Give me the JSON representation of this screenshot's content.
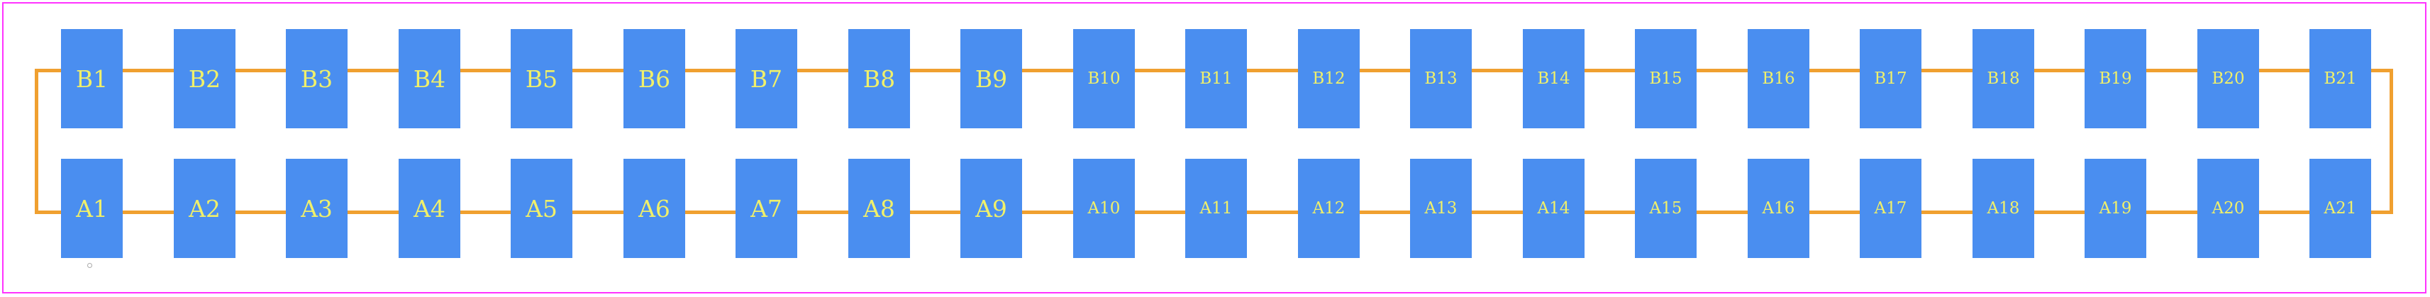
{
  "colors": {
    "background": "#ffffff",
    "board_outline": "#ff33ff",
    "trace": "#f0a030",
    "pad_fill": "#4a8ef0",
    "pad_label": "#f0f06a"
  },
  "rows": {
    "top": [
      "B1",
      "B2",
      "B3",
      "B4",
      "B5",
      "B6",
      "B7",
      "B8",
      "B9",
      "B10",
      "B11",
      "B12",
      "B13",
      "B14",
      "B15",
      "B16",
      "B17",
      "B18",
      "B19",
      "B20",
      "B21"
    ],
    "bottom": [
      "A1",
      "A2",
      "A3",
      "A4",
      "A5",
      "A6",
      "A7",
      "A8",
      "A9",
      "A10",
      "A11",
      "A12",
      "A13",
      "A14",
      "A15",
      "A16",
      "A17",
      "A18",
      "A19",
      "A20",
      "A21"
    ]
  }
}
